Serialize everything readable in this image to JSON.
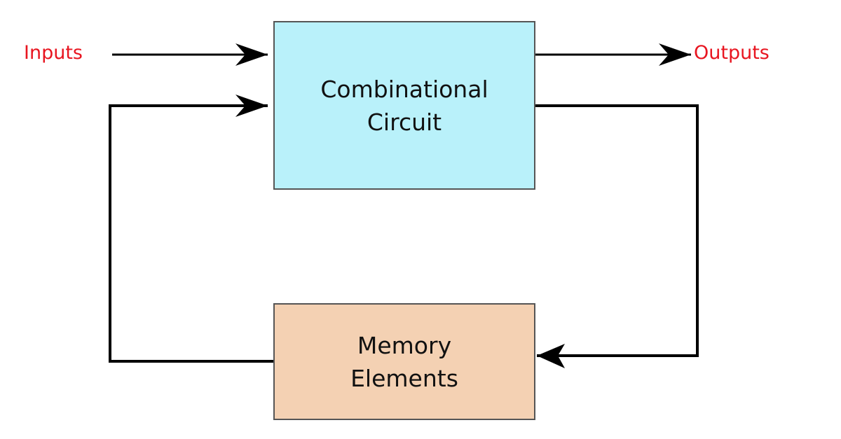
{
  "diagram": {
    "combinational_block": {
      "line1": "Combinational",
      "line2": "Circuit",
      "color": "#b9f1fa"
    },
    "memory_block": {
      "line1": "Memory",
      "line2": "Elements",
      "color": "#f4d1b3"
    },
    "inputs_label": "Inputs",
    "outputs_label": "Outputs",
    "label_color": "#e81520"
  }
}
